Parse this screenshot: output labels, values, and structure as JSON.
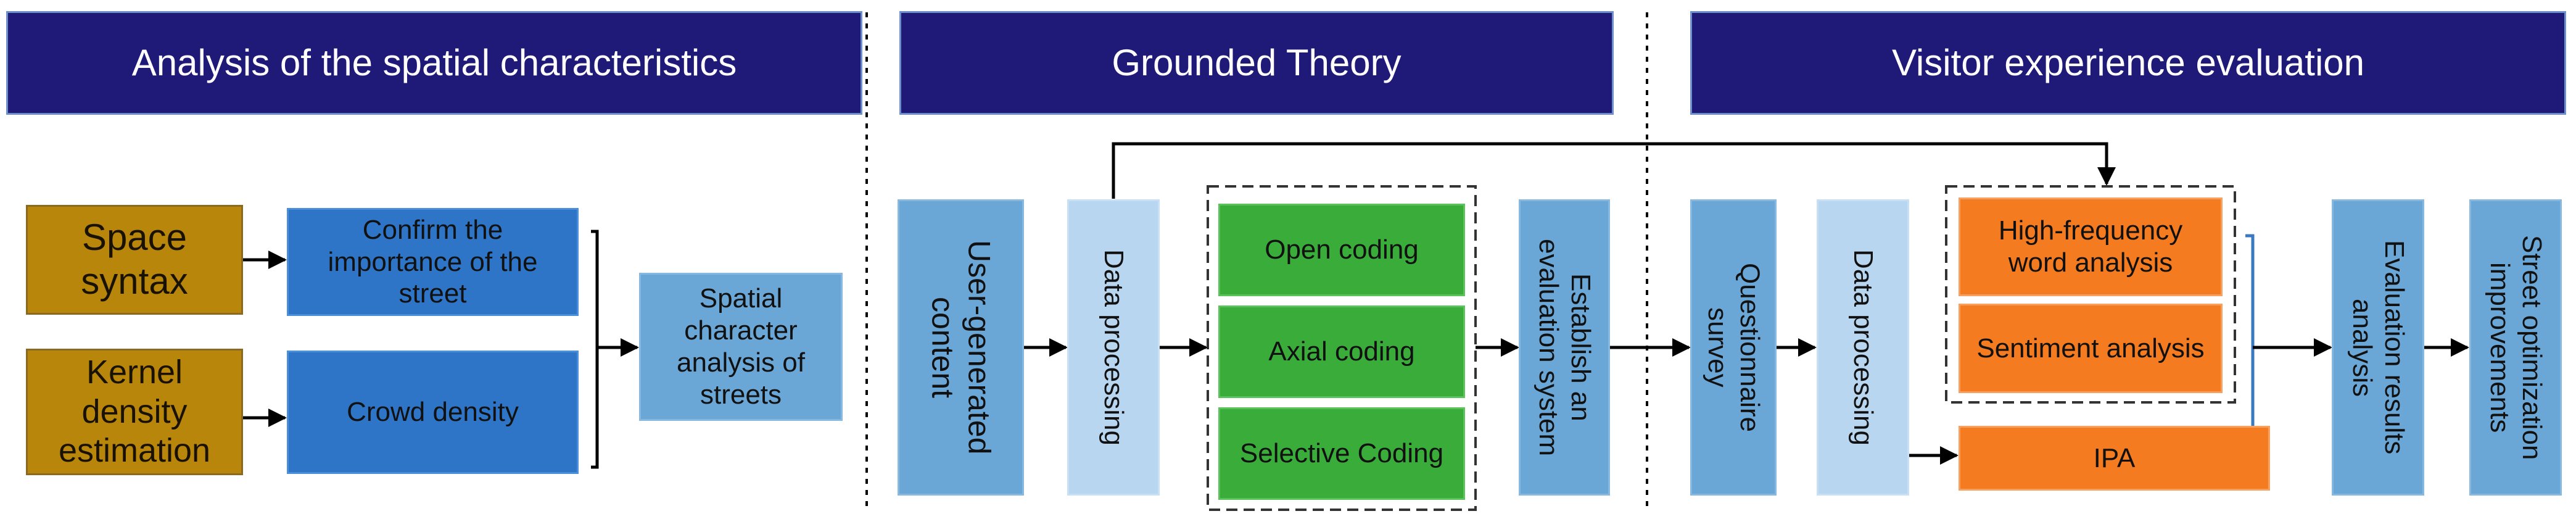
{
  "headers": {
    "spatial": "Analysis of the spatial characteristics",
    "grounded": "Grounded Theory",
    "visitor": "Visitor experience evaluation"
  },
  "nodes": {
    "space_syntax": "Space\nsyntax",
    "kde": "Kernel\ndensity\nestimation",
    "confirm": "Confirm the\nimportance of the\nstreet",
    "crowd": "Crowd density",
    "spatial_char": "Spatial\ncharacter\nanalysis of\nstreets",
    "ugc": "User-generated\ncontent",
    "data_proc_1": "Data processing",
    "open_coding": "Open coding",
    "axial_coding": "Axial coding",
    "selective_coding": "Selective Coding",
    "establish": "Establish an\nevaluation system",
    "questionnaire": "Questionnaire\nsurvey",
    "data_proc_2": "Data processing",
    "high_freq": "High-frequency\nword analysis",
    "sentiment": "Sentiment analysis",
    "ipa": "IPA",
    "eval_results": "Evaluation results\nanalysis",
    "street_opt": "Street optimization\nimprovements"
  },
  "colors": {
    "header": "#1f1a78",
    "brown": "#b8860b",
    "blue": "#2e75c8",
    "mid_blue": "#6aa6d6",
    "pale_blue": "#b9d6f0",
    "green": "#3aac3a",
    "orange": "#f47b20"
  }
}
